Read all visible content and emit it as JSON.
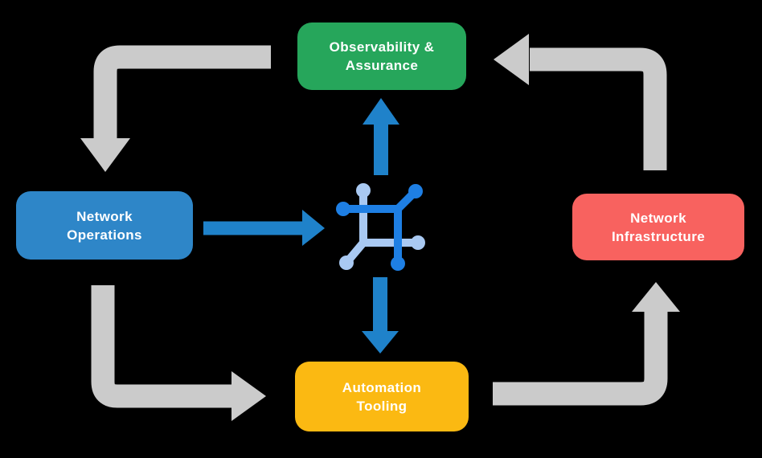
{
  "diagram": {
    "title": "Network automation closed-loop diagram",
    "background_color": "#000000",
    "nodes": {
      "observability": {
        "line1": "Observability &",
        "line2": "Assurance",
        "color": "#26A65B"
      },
      "operations": {
        "line1": "Network",
        "line2": "Operations",
        "color": "#2E86C8"
      },
      "infrastructure": {
        "line1": "Network",
        "line2": "Infrastructure",
        "color": "#F8625F"
      },
      "automation": {
        "line1": "Automation",
        "line2": "Tooling",
        "color": "#FBB912"
      }
    },
    "center_icon": {
      "name": "netbox-network-icon",
      "dark_blue": "#1E7FE4",
      "light_blue": "#A9C9F2"
    },
    "arrows": {
      "gray_color": "#CBCBCB",
      "blue_color": "#1F82CA",
      "cycle": [
        {
          "from": "observability",
          "to": "operations"
        },
        {
          "from": "operations",
          "to": "automation"
        },
        {
          "from": "automation",
          "to": "infrastructure"
        },
        {
          "from": "infrastructure",
          "to": "observability"
        }
      ],
      "hub": [
        {
          "from": "operations",
          "to": "center-icon"
        },
        {
          "from": "center-icon",
          "to": "observability"
        },
        {
          "from": "center-icon",
          "to": "automation"
        }
      ]
    }
  }
}
